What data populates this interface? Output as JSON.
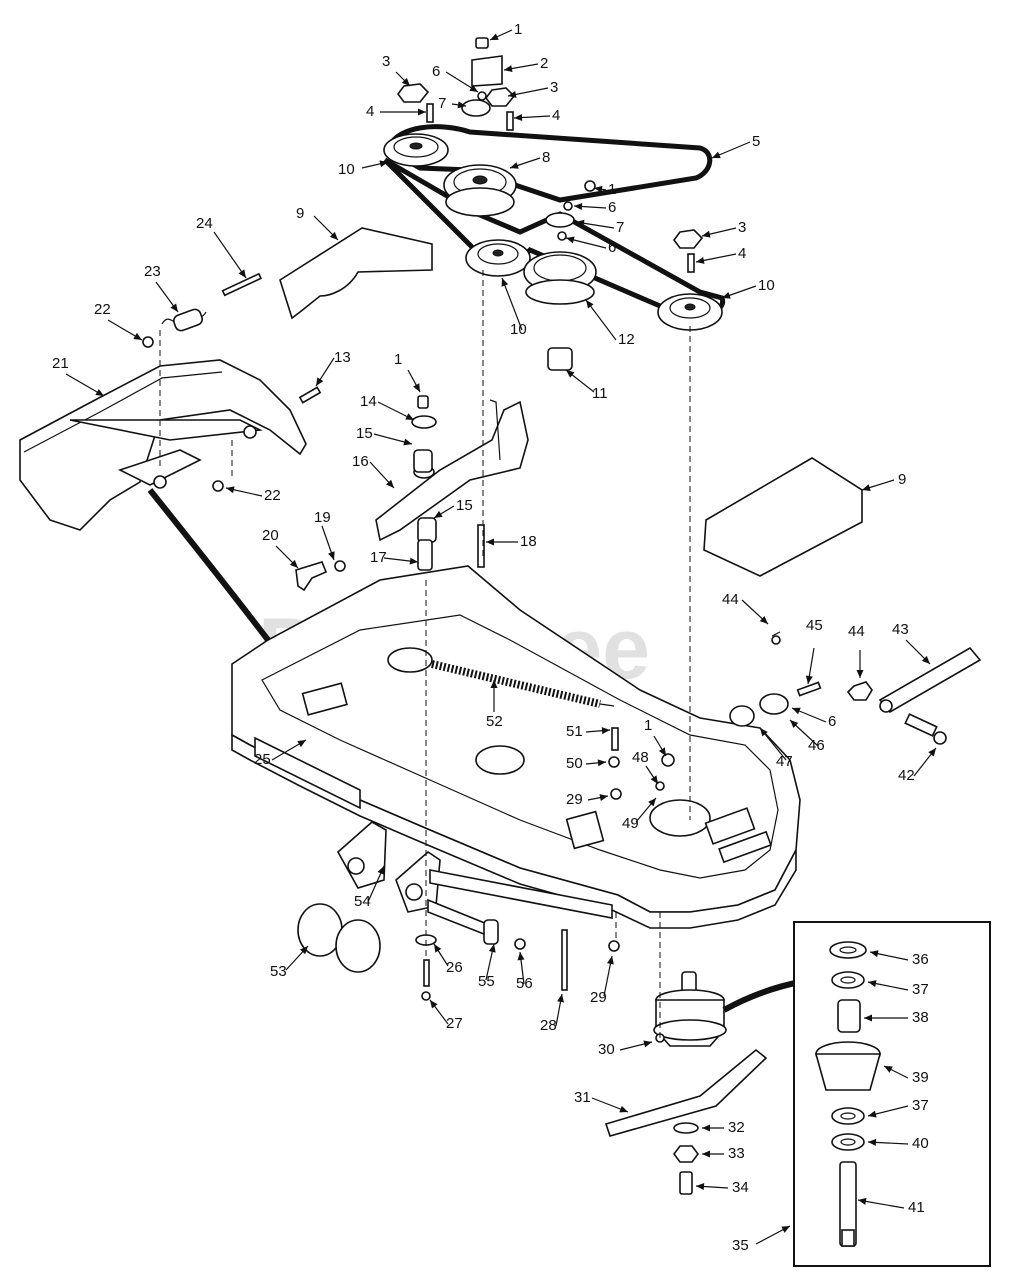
{
  "watermark": "PartsTree",
  "callouts": [
    {
      "id": "c1a",
      "text": "1"
    },
    {
      "id": "c2",
      "text": "2"
    },
    {
      "id": "c3a",
      "text": "3"
    },
    {
      "id": "c3b",
      "text": "3"
    },
    {
      "id": "c4a",
      "text": "4"
    },
    {
      "id": "c4b",
      "text": "4"
    },
    {
      "id": "c5",
      "text": "5"
    },
    {
      "id": "c6a",
      "text": "6"
    },
    {
      "id": "c7a",
      "text": "7"
    },
    {
      "id": "c8",
      "text": "8"
    },
    {
      "id": "c10a",
      "text": "10"
    },
    {
      "id": "c1b",
      "text": "1"
    },
    {
      "id": "c6b",
      "text": "6"
    },
    {
      "id": "c7b",
      "text": "7"
    },
    {
      "id": "c6c",
      "text": "6"
    },
    {
      "id": "c3c",
      "text": "3"
    },
    {
      "id": "c4c",
      "text": "4"
    },
    {
      "id": "c10b",
      "text": "10"
    },
    {
      "id": "c10c",
      "text": "10"
    },
    {
      "id": "c12",
      "text": "12"
    },
    {
      "id": "c11",
      "text": "11"
    },
    {
      "id": "c9a",
      "text": "9"
    },
    {
      "id": "c24",
      "text": "24"
    },
    {
      "id": "c23",
      "text": "23"
    },
    {
      "id": "c22a",
      "text": "22"
    },
    {
      "id": "c21",
      "text": "21"
    },
    {
      "id": "c13",
      "text": "13"
    },
    {
      "id": "c1c",
      "text": "1"
    },
    {
      "id": "c14",
      "text": "14"
    },
    {
      "id": "c15a",
      "text": "15"
    },
    {
      "id": "c16",
      "text": "16"
    },
    {
      "id": "c15b",
      "text": "15"
    },
    {
      "id": "c22b",
      "text": "22"
    },
    {
      "id": "c18",
      "text": "18"
    },
    {
      "id": "c17",
      "text": "17"
    },
    {
      "id": "c20",
      "text": "20"
    },
    {
      "id": "c19",
      "text": "19"
    },
    {
      "id": "c9b",
      "text": "9"
    },
    {
      "id": "c44a",
      "text": "44"
    },
    {
      "id": "c45",
      "text": "45"
    },
    {
      "id": "c44b",
      "text": "44"
    },
    {
      "id": "c43",
      "text": "43"
    },
    {
      "id": "c6d",
      "text": "6"
    },
    {
      "id": "c46",
      "text": "46"
    },
    {
      "id": "c47",
      "text": "47"
    },
    {
      "id": "c42",
      "text": "42"
    },
    {
      "id": "c52",
      "text": "52"
    },
    {
      "id": "c51",
      "text": "51"
    },
    {
      "id": "c50",
      "text": "50"
    },
    {
      "id": "c1d",
      "text": "1"
    },
    {
      "id": "c48",
      "text": "48"
    },
    {
      "id": "c29a",
      "text": "29"
    },
    {
      "id": "c49",
      "text": "49"
    },
    {
      "id": "c25",
      "text": "25"
    },
    {
      "id": "c54",
      "text": "54"
    },
    {
      "id": "c53",
      "text": "53"
    },
    {
      "id": "c26",
      "text": "26"
    },
    {
      "id": "c55",
      "text": "55"
    },
    {
      "id": "c56",
      "text": "56"
    },
    {
      "id": "c28",
      "text": "28"
    },
    {
      "id": "c29b",
      "text": "29"
    },
    {
      "id": "c27",
      "text": "27"
    },
    {
      "id": "c30",
      "text": "30"
    },
    {
      "id": "c31",
      "text": "31"
    },
    {
      "id": "c32",
      "text": "32"
    },
    {
      "id": "c33",
      "text": "33"
    },
    {
      "id": "c34",
      "text": "34"
    },
    {
      "id": "c36",
      "text": "36"
    },
    {
      "id": "c37a",
      "text": "37"
    },
    {
      "id": "c38",
      "text": "38"
    },
    {
      "id": "c39",
      "text": "39"
    },
    {
      "id": "c37b",
      "text": "37"
    },
    {
      "id": "c40",
      "text": "40"
    },
    {
      "id": "c41",
      "text": "41"
    },
    {
      "id": "c35",
      "text": "35"
    }
  ]
}
